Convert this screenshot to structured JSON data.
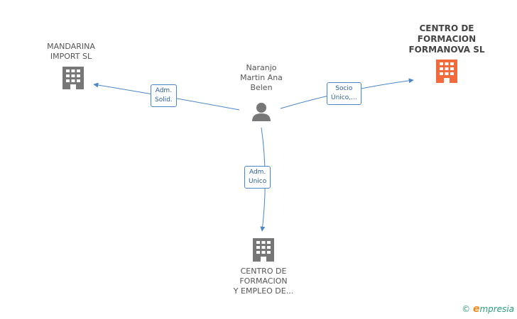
{
  "colors": {
    "company": "#777777",
    "company_highlight": "#f26a3c",
    "person": "#777777",
    "edge": "#4a86c8"
  },
  "nodes": {
    "person": {
      "label_lines": [
        "Naranjo",
        "Martin Ana",
        "Belen"
      ],
      "icon": "person-icon"
    },
    "mandarina": {
      "label_lines": [
        "MANDARINA",
        "IMPORT  SL"
      ],
      "icon": "building-icon"
    },
    "formanova": {
      "label_lines": [
        "CENTRO DE",
        "FORMACION",
        "FORMANOVA SL"
      ],
      "icon": "building-icon"
    },
    "empleo": {
      "label_lines": [
        "CENTRO DE",
        "FORMACION",
        "Y EMPLEO DE..."
      ],
      "icon": "building-icon"
    }
  },
  "edges": {
    "to_mandarina": {
      "label_lines": [
        "Adm.",
        "Solid."
      ]
    },
    "to_formanova": {
      "label_lines": [
        "Socio",
        "Único,..."
      ]
    },
    "to_empleo": {
      "label_lines": [
        "Adm.",
        "Unico"
      ]
    }
  },
  "footer": {
    "copyright": "©",
    "brand_e": "e",
    "brand_rest": "mpresia"
  }
}
